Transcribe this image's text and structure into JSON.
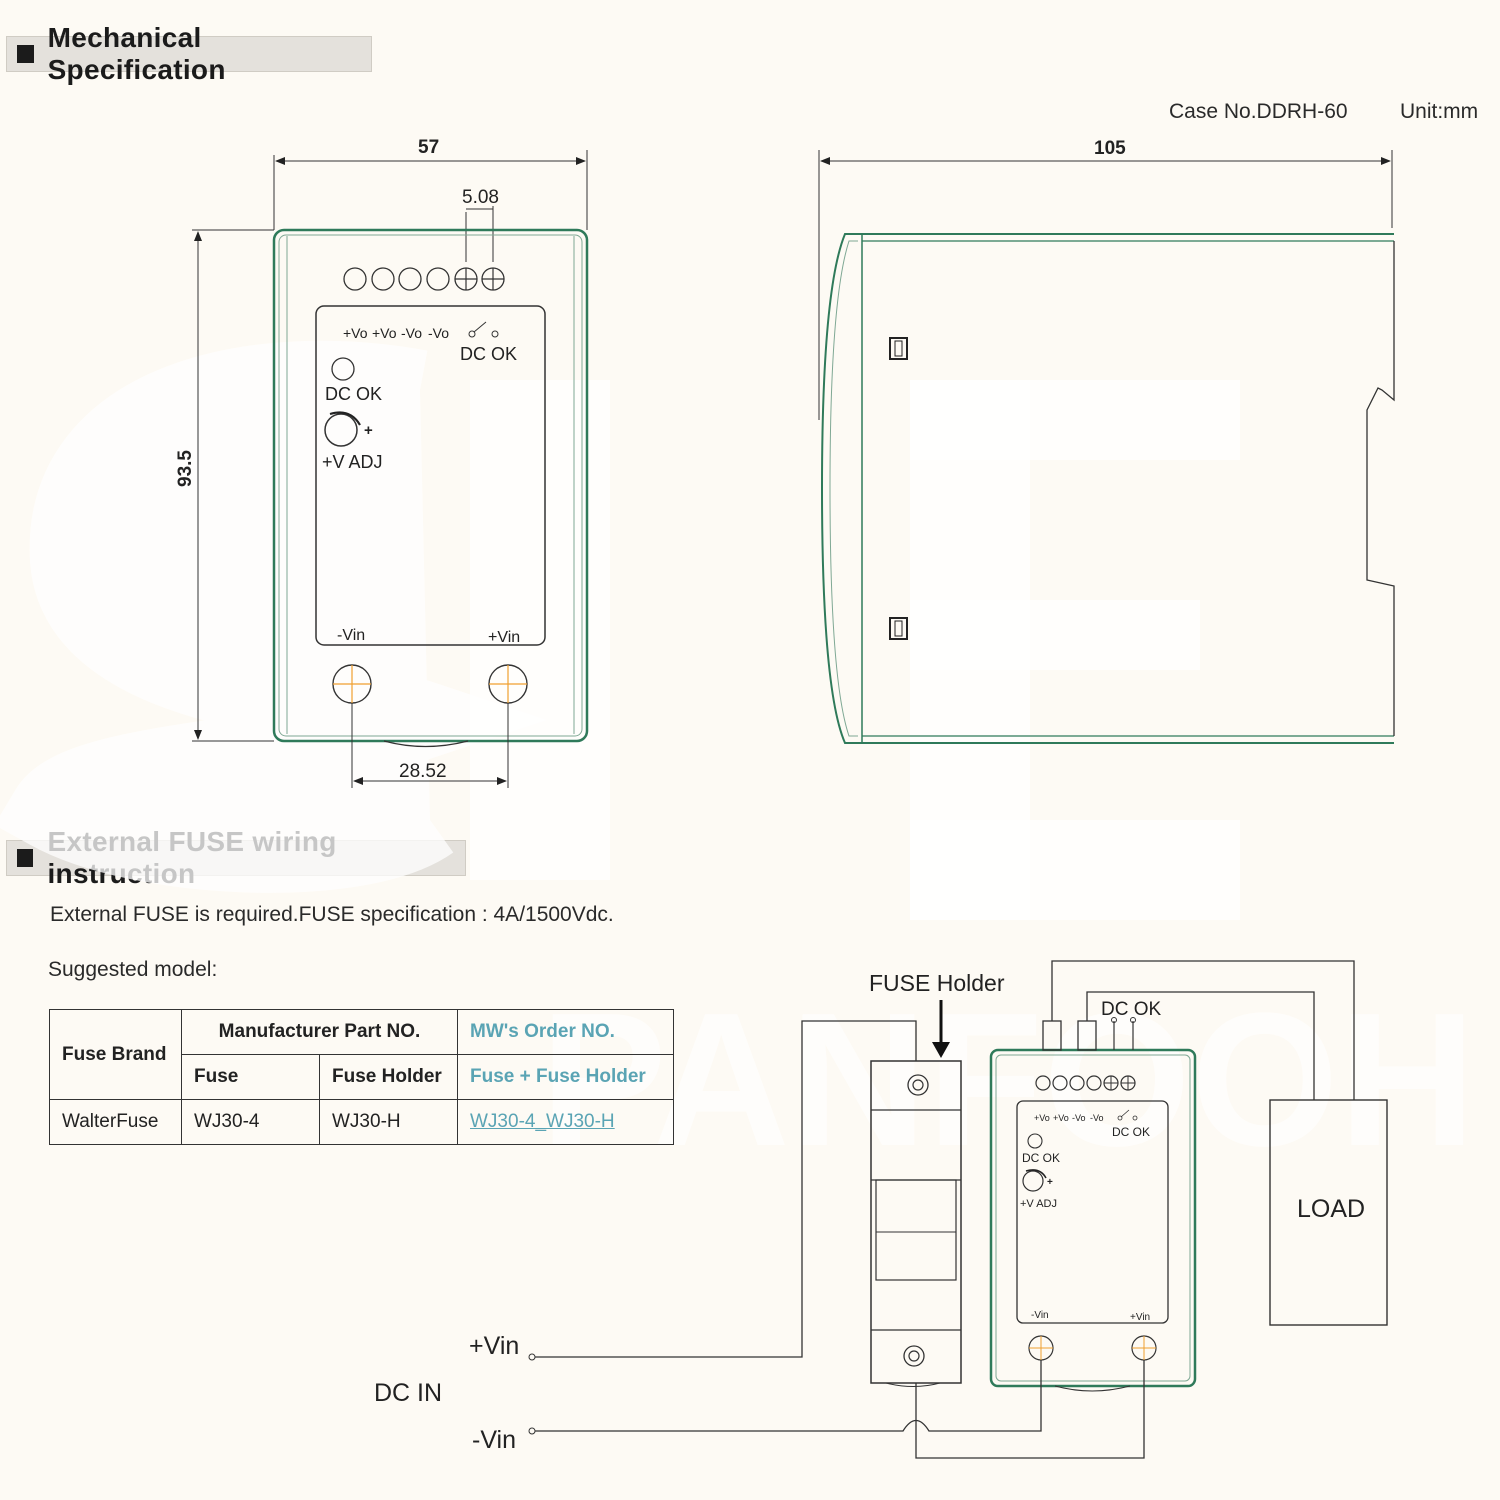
{
  "sections": {
    "mechanical": "Mechanical Specification",
    "fuse": "External FUSE wiring instruction"
  },
  "case_info": {
    "case_no": "Case No.DDRH-60",
    "unit": "Unit:mm"
  },
  "dimensions": {
    "width": "57",
    "terminal_pitch": "5.08",
    "height": "93.5",
    "input_pitch": "28.52",
    "depth": "105"
  },
  "front_panel": {
    "terminals": [
      "+Vo",
      "+Vo",
      "-Vo",
      "-Vo"
    ],
    "dc_ok_switch": "DC OK",
    "dc_ok_led": "DC OK",
    "vadj": "+V ADJ",
    "plus": "+",
    "vin_minus": "-Vin",
    "vin_plus": "+Vin"
  },
  "fuse_text": {
    "required": "External FUSE is required.FUSE  specification : 4A/1500Vdc.",
    "suggested": "Suggested model:"
  },
  "table": {
    "headers": {
      "fuse_brand": "Fuse Brand",
      "manufacturer": "Manufacturer Part NO.",
      "mw_order": "MW's  Order NO.",
      "fuse": "Fuse",
      "fuse_holder": "Fuse Holder",
      "fuse_plus_holder": "Fuse + Fuse Holder"
    },
    "rows": [
      {
        "brand": "WalterFuse",
        "fuse": "WJ30-4",
        "holder": "WJ30-H",
        "order": "WJ30-4_WJ30-H"
      }
    ]
  },
  "wiring": {
    "fuse_holder": "FUSE Holder",
    "dc_ok": "DC OK",
    "load": "LOAD",
    "vin_plus": "+Vin",
    "vin_minus": "-Vin",
    "dc_in": "DC  IN"
  },
  "watermark": "PANFOOH",
  "colors": {
    "outline_green": "#2f7a5a",
    "accent_orange": "#f0a030",
    "mw_blue": "#5aa4b4"
  }
}
